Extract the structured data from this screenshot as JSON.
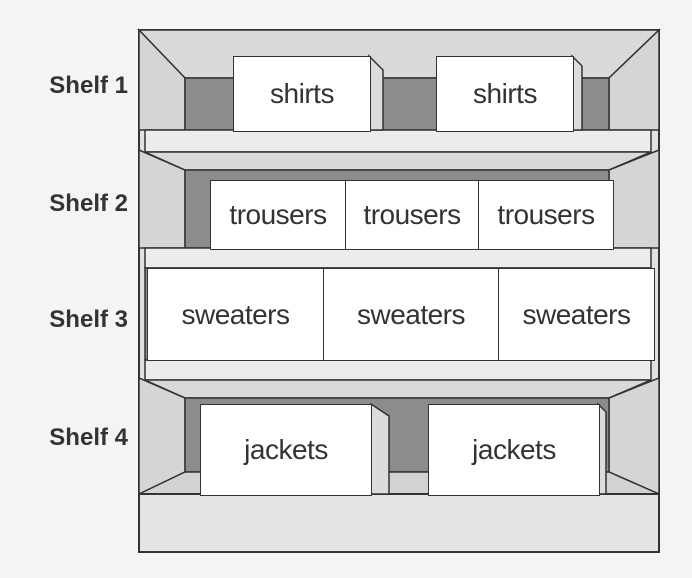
{
  "colors": {
    "page_background": "#f4f4f2",
    "case_fill": "#e1e1e1",
    "back_wall": "#8c8c8c",
    "outline": "#333333",
    "box_fill": "#ffffff"
  },
  "shelves": [
    {
      "label": "Shelf 1",
      "items": [
        "shirts",
        "shirts"
      ]
    },
    {
      "label": "Shelf 2",
      "items": [
        "trousers",
        "trousers",
        "trousers"
      ]
    },
    {
      "label": "Shelf 3",
      "items": [
        "sweaters",
        "sweaters",
        "sweaters"
      ]
    },
    {
      "label": "Shelf 4",
      "items": [
        "jackets",
        "jackets"
      ]
    }
  ]
}
